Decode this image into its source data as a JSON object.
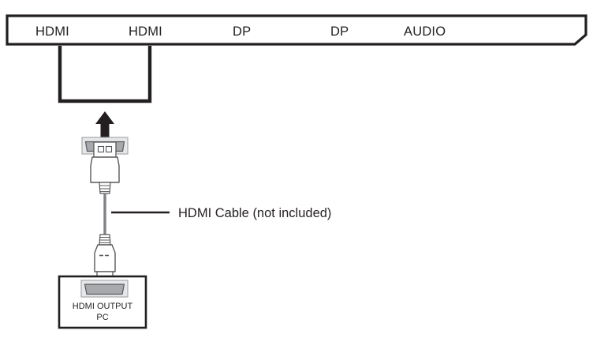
{
  "diagram": {
    "title": "HDMI connection diagram",
    "panel": {
      "name": "monitor-rear-port-panel",
      "ports": [
        {
          "label": "HDMI"
        },
        {
          "label": "HDMI"
        },
        {
          "label": "DP"
        },
        {
          "label": "DP"
        },
        {
          "label": "AUDIO"
        }
      ]
    },
    "bracket": {
      "name": "hdmi-port-group-bracket",
      "arrow_direction": "up"
    },
    "cable": {
      "annotation": "HDMI Cable (not included)",
      "icon": "hdmi-cable-icon"
    },
    "source_device": {
      "line1": "HDMI OUTPUT",
      "line2": "PC"
    }
  },
  "colors": {
    "ink": "#231f20",
    "outline": "#58595b",
    "port_fill": "#a7a9ac",
    "port_housing": "#e6e7e8",
    "cable": "#808285",
    "plug_fill": "#ffffff"
  }
}
